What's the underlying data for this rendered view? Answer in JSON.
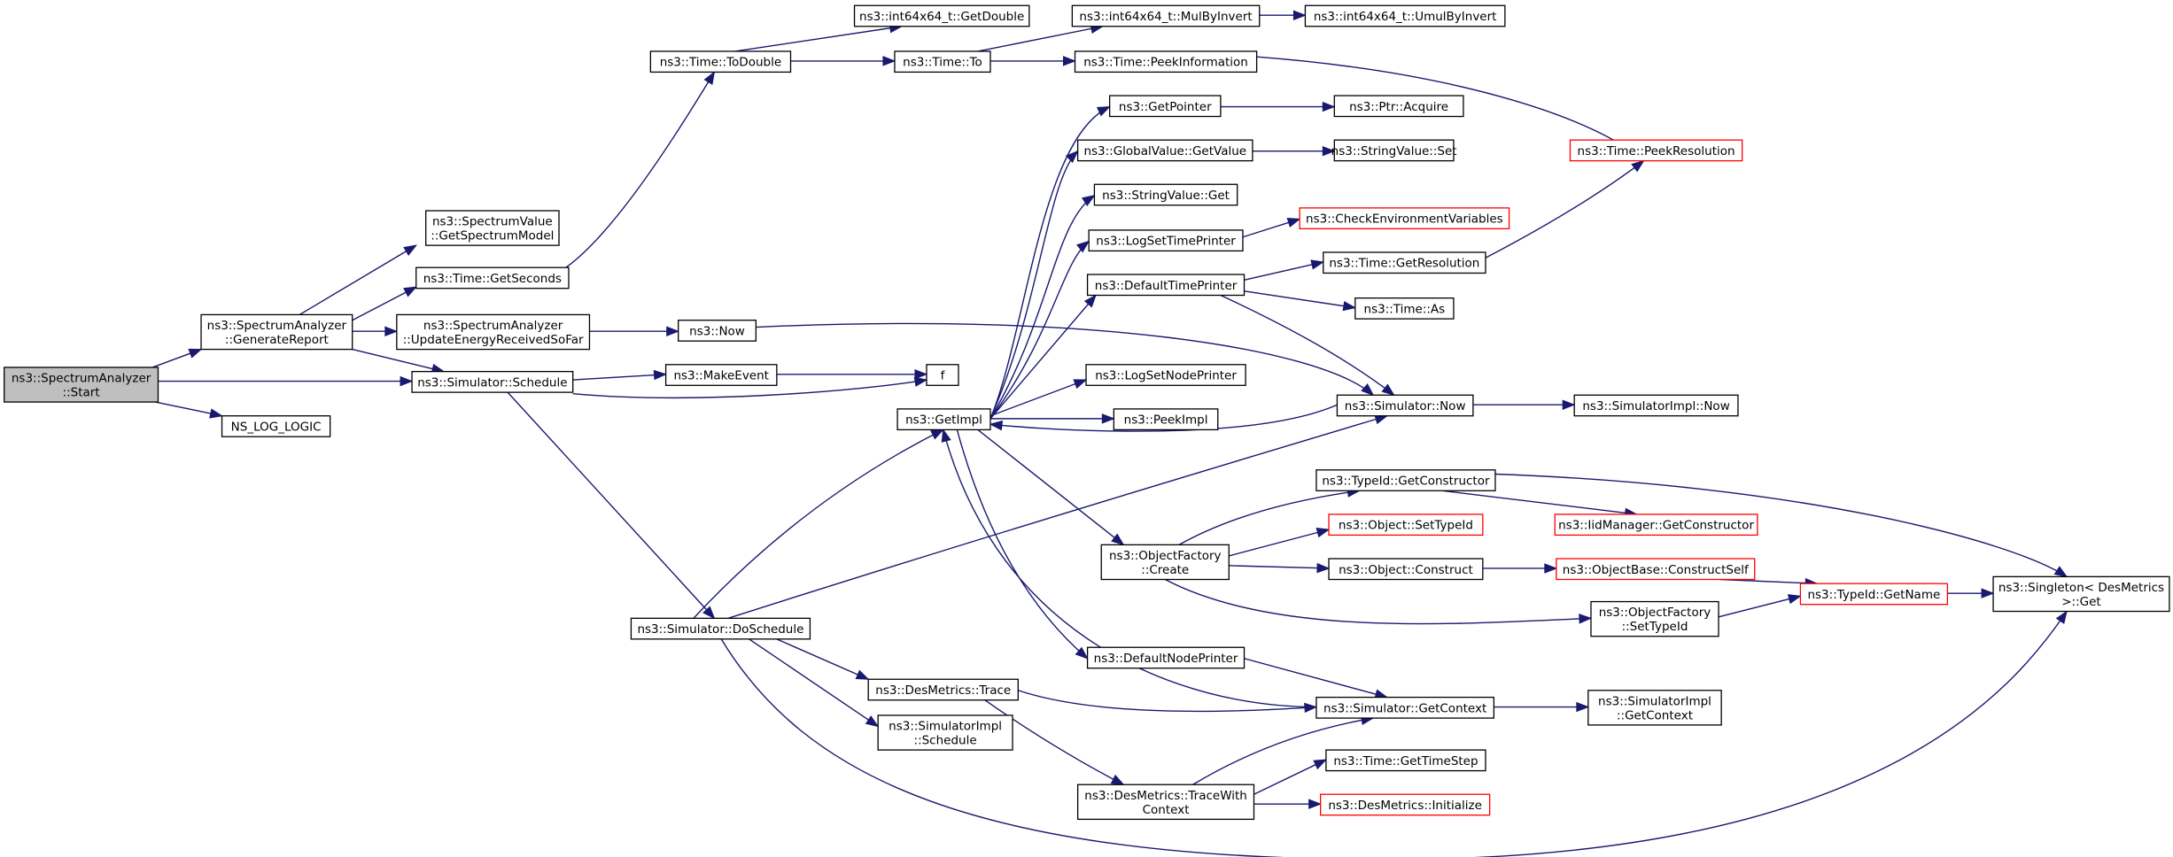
{
  "nodes": {
    "start": [
      "ns3::SpectrumAnalyzer",
      "::Start"
    ],
    "generate_report": [
      "ns3::SpectrumAnalyzer",
      "::GenerateReport"
    ],
    "simulator_schedule": [
      "ns3::Simulator::Schedule"
    ],
    "ns_log_logic": [
      "NS_LOG_LOGIC"
    ],
    "get_spectrum_model": [
      "ns3::SpectrumValue",
      "::GetSpectrumModel"
    ],
    "time_get_seconds": [
      "ns3::Time::GetSeconds"
    ],
    "update_energy": [
      "ns3::SpectrumAnalyzer",
      "::UpdateEnergyReceivedSoFar"
    ],
    "time_to_double": [
      "ns3::Time::ToDouble"
    ],
    "ns3_now": [
      "ns3::Now"
    ],
    "make_event": [
      "ns3::MakeEvent"
    ],
    "f": [
      "f"
    ],
    "do_schedule": [
      "ns3::Simulator::DoSchedule"
    ],
    "int64_get_double": [
      "ns3::int64x64_t::GetDouble"
    ],
    "time_to": [
      "ns3::Time::To"
    ],
    "get_impl": [
      "ns3::GetImpl"
    ],
    "des_trace": [
      "ns3::DesMetrics::Trace"
    ],
    "simimpl_schedule": [
      "ns3::SimulatorImpl",
      "::Schedule"
    ],
    "mul_by_invert": [
      "ns3::int64x64_t::MulByInvert"
    ],
    "time_peek_info": [
      "ns3::Time::PeekInformation"
    ],
    "get_pointer": [
      "ns3::GetPointer"
    ],
    "global_get_value": [
      "ns3::GlobalValue::GetValue"
    ],
    "string_value_get": [
      "ns3::StringValue::Get"
    ],
    "log_set_time_printer": [
      "ns3::LogSetTimePrinter"
    ],
    "default_time_printer": [
      "ns3::DefaultTimePrinter"
    ],
    "log_set_node_printer": [
      "ns3::LogSetNodePrinter"
    ],
    "peek_impl": [
      "ns3::PeekImpl"
    ],
    "object_factory_create": [
      "ns3::ObjectFactory",
      "::Create"
    ],
    "default_node_printer": [
      "ns3::DefaultNodePrinter"
    ],
    "des_trace_with_context": [
      "ns3::DesMetrics::TraceWith",
      "Context"
    ],
    "umul_by_invert": [
      "ns3::int64x64_t::UmulByInvert"
    ],
    "ptr_acquire": [
      "ns3::Ptr::Acquire"
    ],
    "string_value_set": [
      "ns3::StringValue::Set"
    ],
    "check_env_vars": [
      "ns3::CheckEnvironmentVariables"
    ],
    "time_get_resolution": [
      "ns3::Time::GetResolution"
    ],
    "time_as": [
      "ns3::Time::As"
    ],
    "simulator_now": [
      "ns3::Simulator::Now"
    ],
    "typeid_get_constructor": [
      "ns3::TypeId::GetConstructor"
    ],
    "object_set_typeid": [
      "ns3::Object::SetTypeId"
    ],
    "object_construct": [
      "ns3::Object::Construct"
    ],
    "objfactory_set_typeid": [
      "ns3::ObjectFactory",
      "::SetTypeId"
    ],
    "simulator_get_context": [
      "ns3::Simulator::GetContext"
    ],
    "time_get_time_step": [
      "ns3::Time::GetTimeStep"
    ],
    "des_initialize": [
      "ns3::DesMetrics::Initialize"
    ],
    "time_peek_resolution": [
      "ns3::Time::PeekResolution"
    ],
    "simimpl_now": [
      "ns3::SimulatorImpl::Now"
    ],
    "iid_get_constructor": [
      "ns3::IidManager::GetConstructor"
    ],
    "objectbase_construct_self": [
      "ns3::ObjectBase::ConstructSelf"
    ],
    "simimpl_get_context": [
      "ns3::SimulatorImpl",
      "::GetContext"
    ],
    "typeid_get_name": [
      "ns3::TypeId::GetName"
    ],
    "singleton_get": [
      "ns3::Singleton< DesMetrics",
      " >::Get"
    ]
  },
  "colors": {
    "edge": "#191970",
    "node_border": "#000000",
    "truncated_border": "#ff0000",
    "root_fill": "#bfbfbf",
    "node_fill": "#ffffff"
  }
}
